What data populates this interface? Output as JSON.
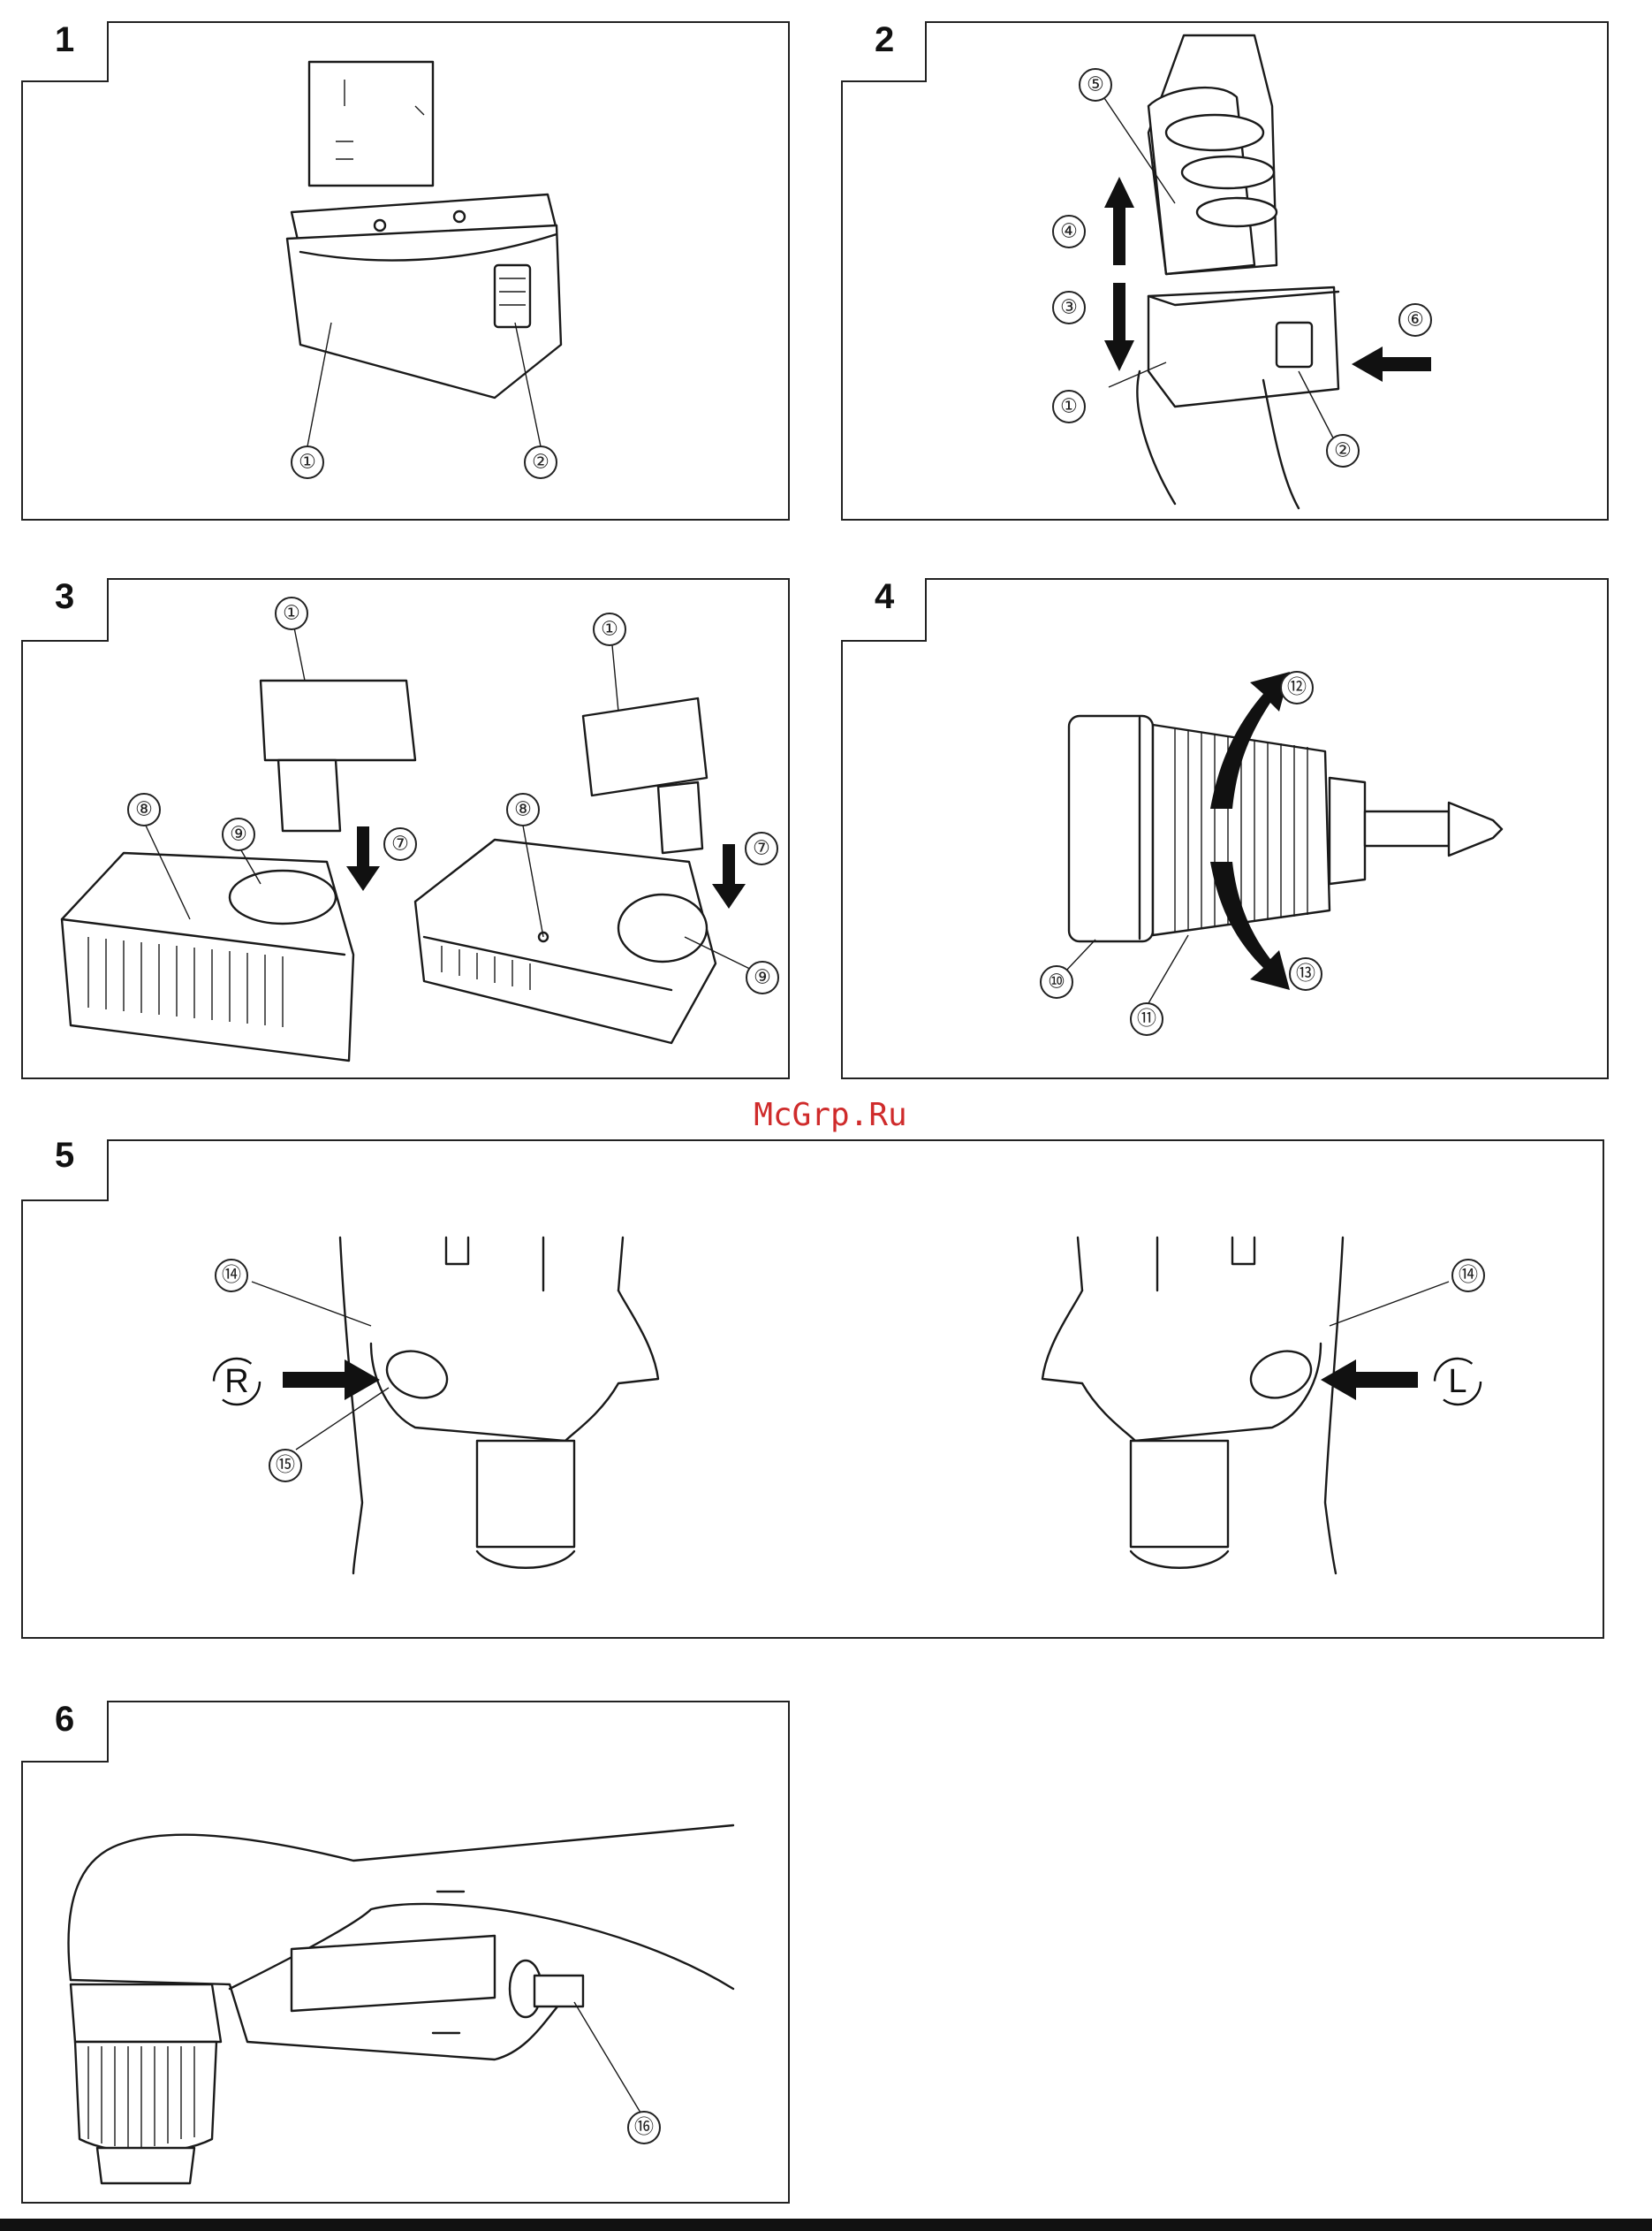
{
  "watermark": "McGrp.Ru",
  "figures": [
    {
      "number": "1",
      "callouts": [
        "①",
        "②"
      ]
    },
    {
      "number": "2",
      "callouts": [
        "①",
        "②",
        "③",
        "④",
        "⑤",
        "⑥"
      ]
    },
    {
      "number": "3",
      "callouts": [
        "①",
        "①",
        "⑦",
        "⑦",
        "⑧",
        "⑧",
        "⑨",
        "⑨"
      ]
    },
    {
      "number": "4",
      "callouts": [
        "⑩",
        "⑪",
        "⑫",
        "⑬"
      ]
    },
    {
      "number": "5",
      "callouts": [
        "⑭",
        "⑭",
        "⑮"
      ],
      "direction_marks": [
        "R",
        "L"
      ]
    },
    {
      "number": "6",
      "callouts": [
        "⑯"
      ]
    }
  ]
}
